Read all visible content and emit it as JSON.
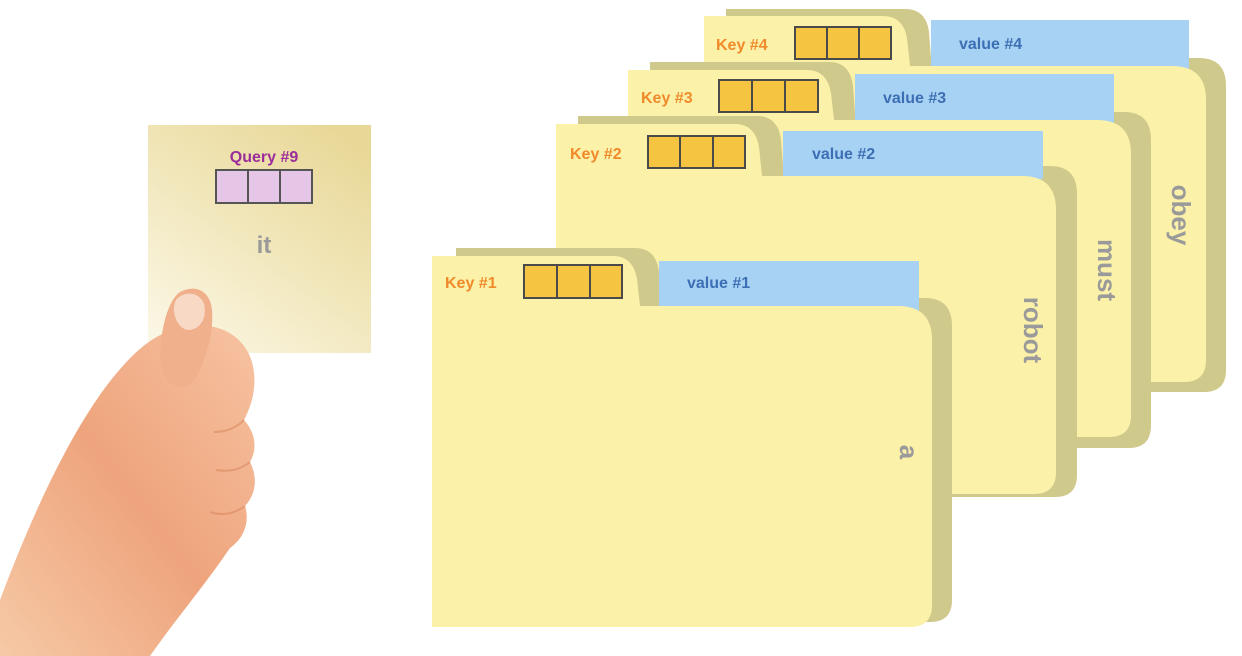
{
  "query": {
    "label": "Query #9",
    "word": "it",
    "vector_cells": 3,
    "vector_color": "#e6c6e6",
    "label_color": "#9b2d9b",
    "card_color": "#ecd99a"
  },
  "folders": [
    {
      "key": "Key #4",
      "value": "value #4",
      "word": "obey"
    },
    {
      "key": "Key #3",
      "value": "value #3",
      "word": "must"
    },
    {
      "key": "Key #2",
      "value": "value #2",
      "word": "robot"
    },
    {
      "key": "Key #1",
      "value": "value #1",
      "word": "a"
    }
  ],
  "colors": {
    "folder_fill": "#fbf1a9",
    "folder_shadow": "#d0c98c",
    "key_label": "#f08a2a",
    "key_cell": "#f5c542",
    "value_tab": "#a8d2f3",
    "value_label": "#3d6fb5",
    "word": "#9a9a9a",
    "hand": "#f1b690"
  }
}
